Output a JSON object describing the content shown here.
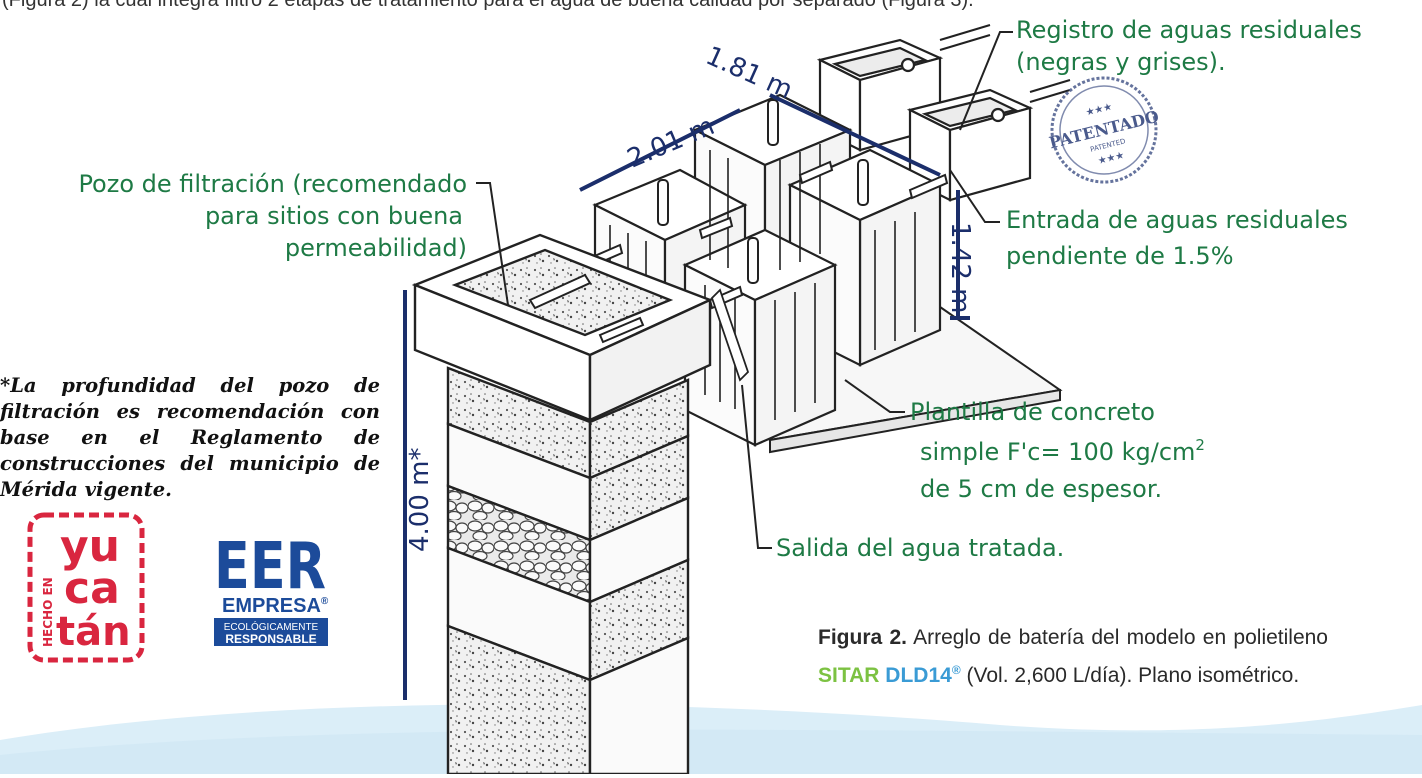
{
  "top_text": "(Figura 2) la cual integra filtro 2 etapas de tratamiento para el agua de buena calidad por separado (Figura 3).",
  "labels": {
    "registro_line1": "Registro de aguas residuales",
    "registro_line2": "(negras y grises).",
    "pozo_line1": "Pozo de filtración (recomendado",
    "pozo_line2": "para sitios con buena",
    "pozo_line3": "permeabilidad)",
    "entrada_line1": "Entrada de aguas residuales",
    "entrada_line2": "pendiente de 1.5%",
    "plantilla_line1": "Plantilla de concreto",
    "plantilla_line2": "simple F'c= 100 kg/cm",
    "plantilla_sup": "2",
    "plantilla_line3": "de 5 cm de espesor.",
    "salida": "Salida del agua tratada."
  },
  "dimensions": {
    "length_a": "1.81 m",
    "length_b": "2.01 m",
    "height": "1.42 m",
    "depth": "4.00 m*"
  },
  "note": "*La profundidad del pozo de filtración es recomendación con base en el Reglamento de construcciones del municipio de Mérida vigente.",
  "caption": {
    "fig_label": "Figura 2.",
    "text_a": " Arreglo de batería del modelo en polietileno ",
    "brand1": "SITAR",
    "brand2": "DLD14",
    "reg": "®",
    "text_b": " (Vol. 2,600 L/día). Plano isométrico."
  },
  "stamp": {
    "top": "★★★",
    "main": "PATENTADO",
    "sub": "PATENTED",
    "bottom": "★★★"
  },
  "logo_yucatan": {
    "side": "HECHO EN",
    "l1": "yu",
    "l2": "ca",
    "l3": "tán"
  },
  "logo_eer": {
    "big": "EER",
    "l1": "EMPRESA",
    "reg": "®",
    "l2": "ECOLÓGICAMENTE",
    "l3": "RESPONSABLE"
  },
  "colors": {
    "label_green": "#1e7a45",
    "dimension_blue": "#1b2e6b",
    "brand_green": "#7cc242",
    "brand_blue": "#3a9bd5",
    "logo_red": "#d9263f",
    "logo_blue": "#1c4b9a",
    "wave": "#dbeef8"
  }
}
